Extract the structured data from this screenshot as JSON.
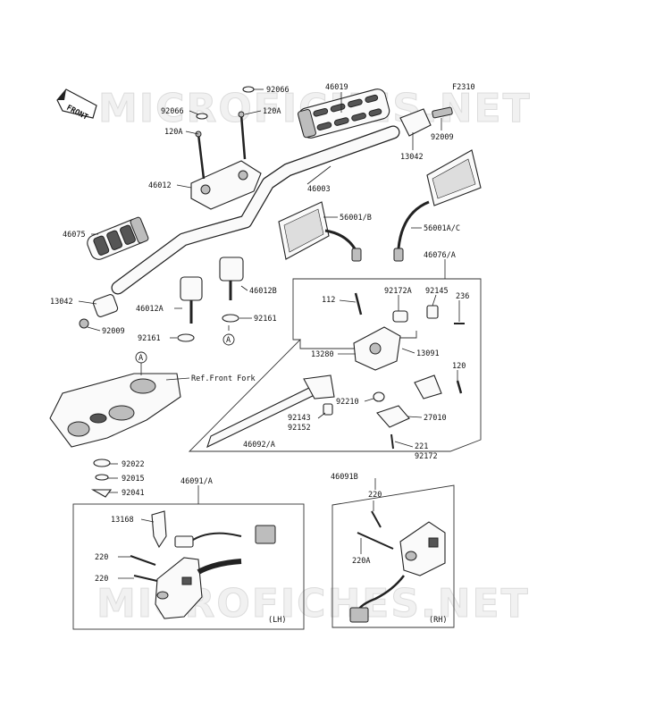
{
  "figure_code": "F2310",
  "watermark": "MICROFICHES.NET",
  "front_tag": "FRONT",
  "callouts": {
    "c_92066_top": "92066",
    "c_46019": "46019",
    "c_92066_left": "92066",
    "c_120A_top": "120A",
    "c_120A_left": "120A",
    "c_92009_top": "92009",
    "c_13042_top": "13042",
    "c_46012": "46012",
    "c_46003": "46003",
    "c_46075": "46075",
    "c_56001B": "56001/B",
    "c_56001AC": "56001A/C",
    "c_46076A": "46076/A",
    "c_13042_left": "13042",
    "c_46012A": "46012A",
    "c_46012B": "46012B",
    "c_92009_left": "92009",
    "c_92161_right": "92161",
    "c_92161_left": "92161",
    "c_A_mid": "A",
    "c_A_top": "A",
    "c_112": "112",
    "c_92172A": "92172A",
    "c_92145": "92145",
    "c_236": "236",
    "c_13280": "13280",
    "c_13091": "13091",
    "c_120": "120",
    "c_ref_front_fork": "Ref.Front Fork",
    "c_92210": "92210",
    "c_92143": "92143",
    "c_92152": "92152",
    "c_27010": "27010",
    "c_46092A": "46092/A",
    "c_221": "221",
    "c_92172": "92172",
    "c_92022": "92022",
    "c_92015": "92015",
    "c_92041": "92041",
    "c_46091A": "46091/A",
    "c_46091B": "46091B",
    "c_13168": "13168",
    "c_220_lh1": "220",
    "c_220_lh2": "220",
    "c_220_rh": "220",
    "c_220A_rh": "220A",
    "c_LH": "(LH)",
    "c_RH": "(RH)"
  }
}
